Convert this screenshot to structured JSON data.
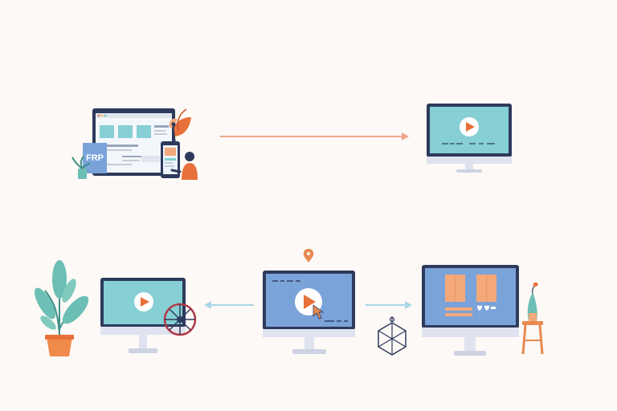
{
  "diagram": {
    "sign_text": "FRP",
    "flow": [
      "design-workspace",
      "video-monitor-top",
      "video-monitor-center",
      "video-monitor-left",
      "gallery-monitor-right"
    ]
  },
  "colors": {
    "background": "#fdf9f6",
    "navy": "#2e3a5c",
    "teal_screen": "#86cfd4",
    "blue_screen": "#7aa3d9",
    "orange": "#e8703a",
    "peach": "#f4a97a",
    "arrow_top": "#f0a68a",
    "arrow_bottom": "#a9d7e6",
    "leaf": "#6cbfb4",
    "stand": "#dfe3ef"
  },
  "icons": [
    "play-icon",
    "cursor-icon",
    "location-pin-icon",
    "potted-plant-icon",
    "wheel-icon",
    "geodesic-ornament-icon",
    "vase-icon",
    "stool-icon",
    "person-icon",
    "smartphone-icon"
  ]
}
